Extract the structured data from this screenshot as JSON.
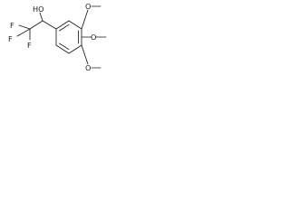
{
  "molecule": {
    "atoms": {
      "hydroxyl": "HO",
      "fluorine_top": "F",
      "fluorine_left": "F",
      "fluorine_bottom": "F",
      "methoxy_top_oxygen": "O",
      "methoxy_middle_oxygen": "O",
      "methoxy_bottom_oxygen": "O"
    }
  },
  "colors": {
    "bond": "#1a1a1a",
    "background": "#ffffff"
  }
}
